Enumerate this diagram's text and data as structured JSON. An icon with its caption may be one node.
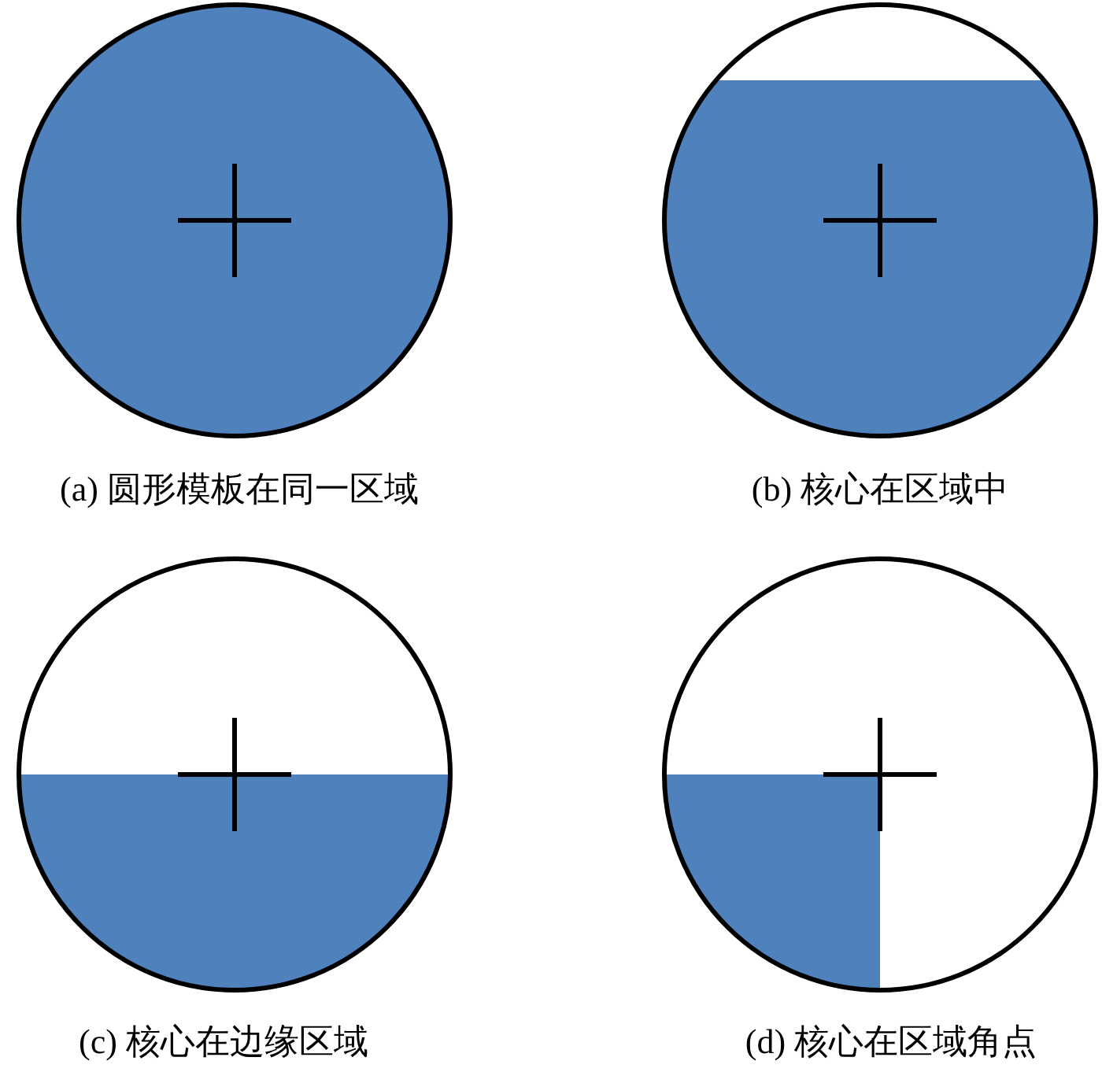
{
  "diagram": {
    "labels": [
      "(a) 圆形模板在同一区域",
      "(b) 核心在区域中",
      "(c) 核心在边缘区域",
      "(d) 核心在区域角点"
    ]
  }
}
